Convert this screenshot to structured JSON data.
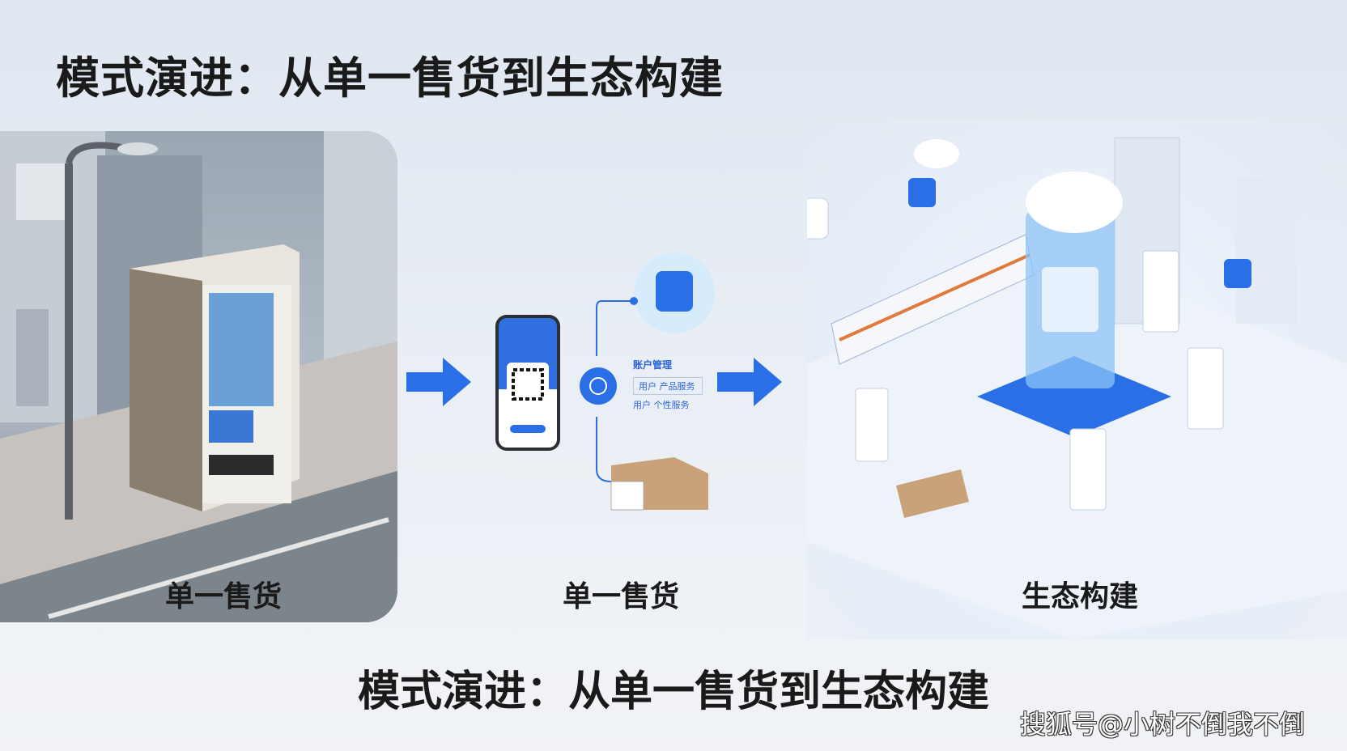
{
  "header": {
    "title": "模式演进：从单一售货到生态构建"
  },
  "stages": [
    {
      "label": "单一售货"
    },
    {
      "label": "单一售货"
    },
    {
      "label": "生态构建"
    }
  ],
  "middle_flow": {
    "items": [
      "账户管理",
      "用户 产品服务",
      "用户 个性服务"
    ]
  },
  "footer": {
    "title": "模式演进：从单一售货到生态构建",
    "watermark": "搜狐号@小树不倒我不倒"
  },
  "colors": {
    "accent": "#2a6fe6",
    "text": "#1a1a1a"
  }
}
